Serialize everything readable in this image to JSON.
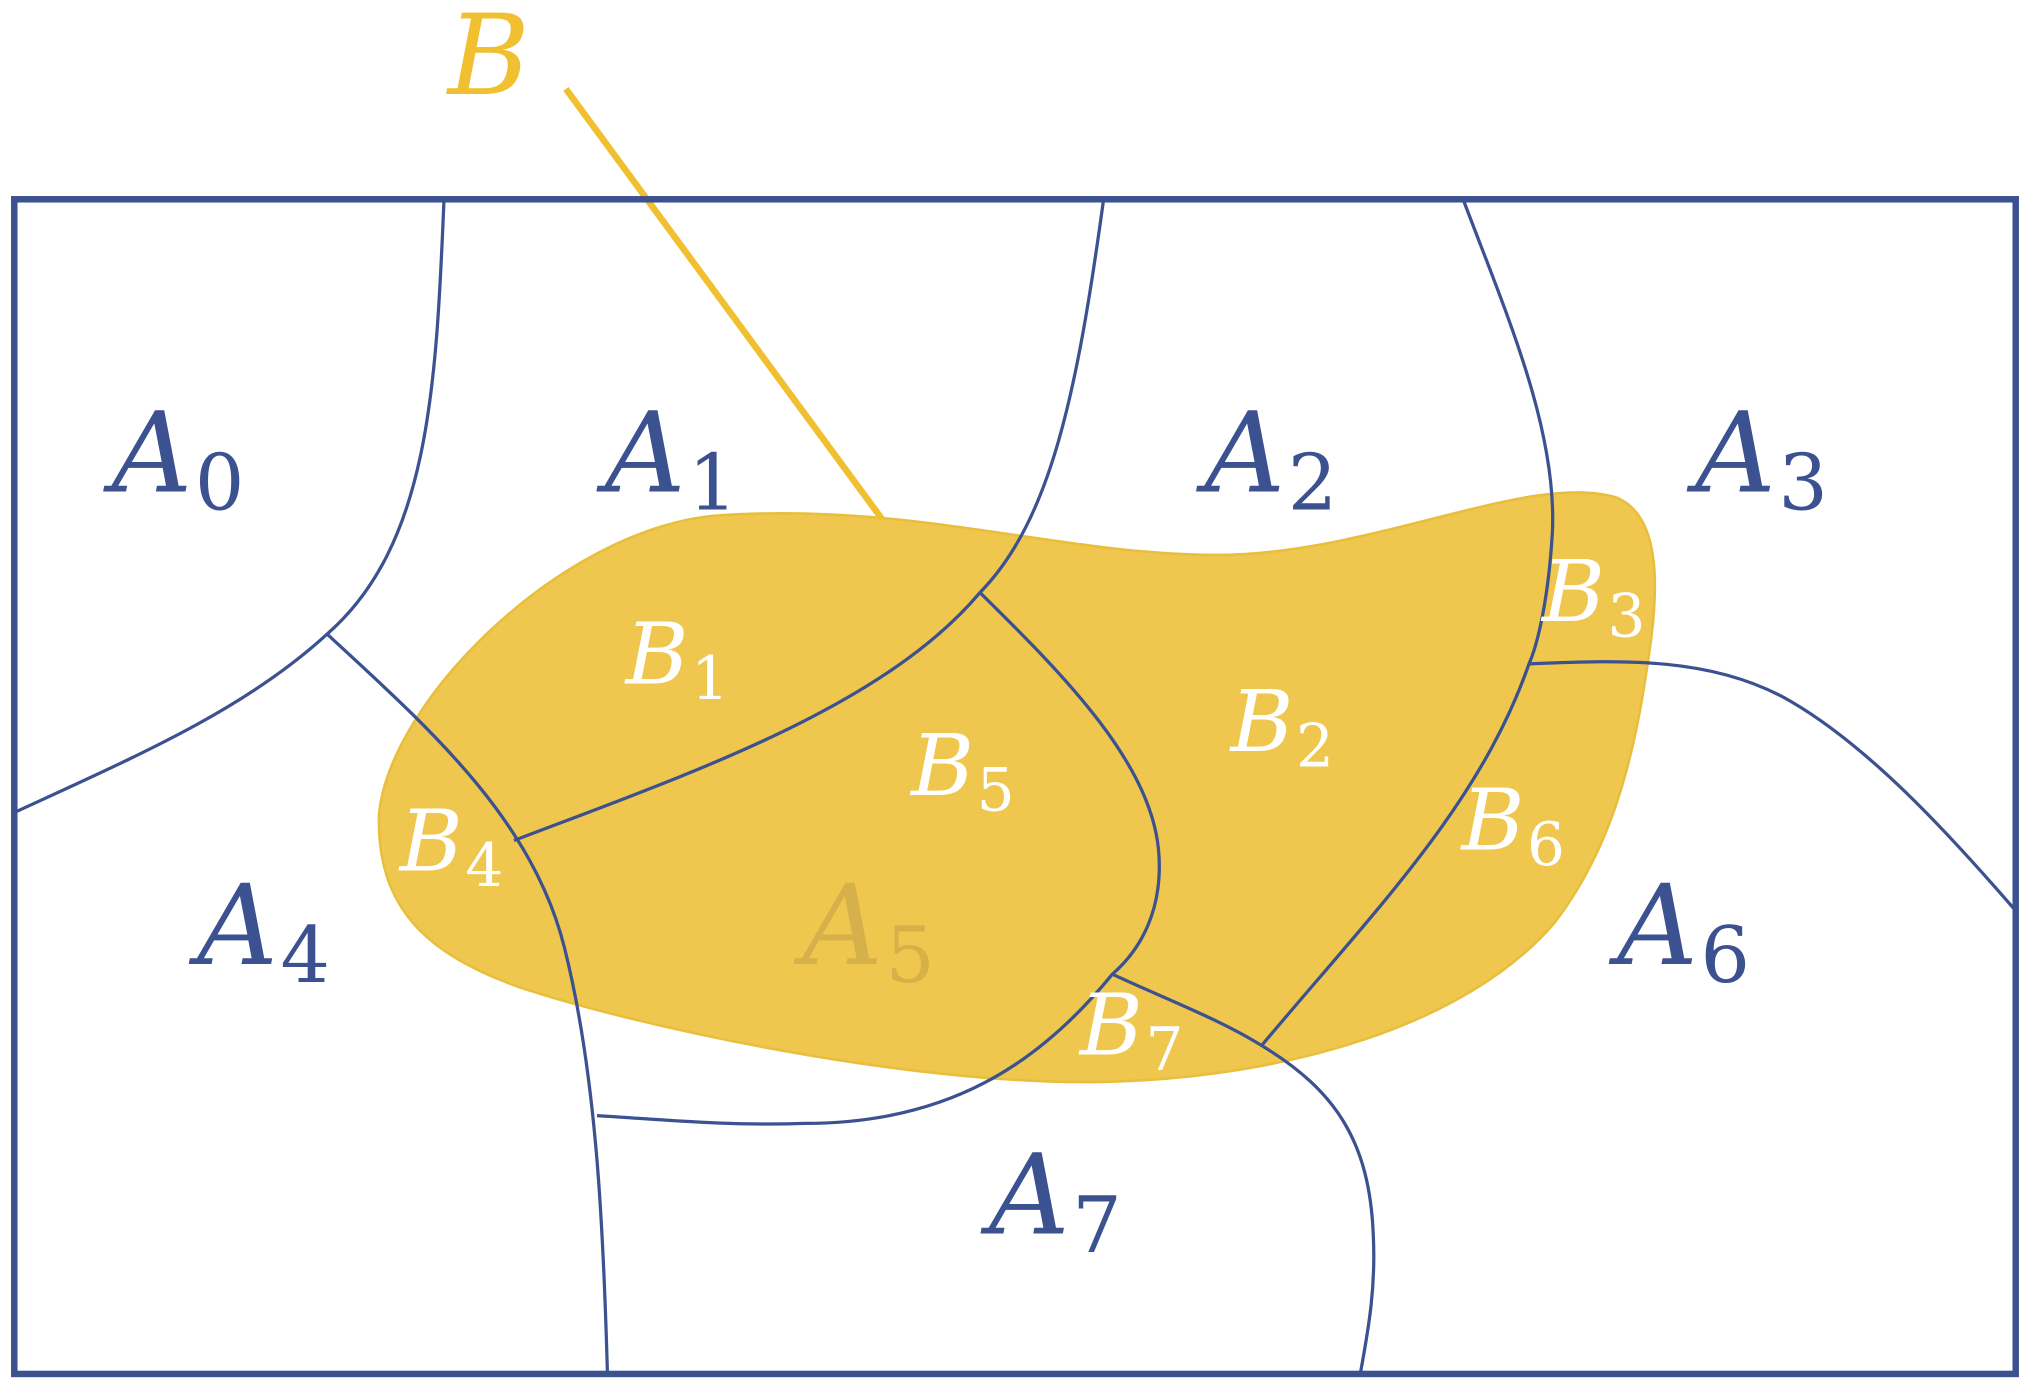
{
  "colors": {
    "frame": "#3b5190",
    "partition_line": "#3b5190",
    "set_b_fill": "#efc74e",
    "set_b_label": "#f0c030",
    "label_on_white": "#3b5190",
    "label_on_b": "#ffffff",
    "label_hidden": "#d6b04a"
  },
  "set_label": {
    "main": "B"
  },
  "labels": {
    "A0": {
      "main": "A",
      "sub": "0"
    },
    "A1": {
      "main": "A",
      "sub": "1"
    },
    "A2": {
      "main": "A",
      "sub": "2"
    },
    "A3": {
      "main": "A",
      "sub": "3"
    },
    "A4": {
      "main": "A",
      "sub": "4"
    },
    "A5": {
      "main": "A",
      "sub": "5"
    },
    "A6": {
      "main": "A",
      "sub": "6"
    },
    "A7": {
      "main": "A",
      "sub": "7"
    },
    "B1": {
      "main": "B",
      "sub": "1"
    },
    "B2": {
      "main": "B",
      "sub": "2"
    },
    "B3": {
      "main": "B",
      "sub": "3"
    },
    "B4": {
      "main": "B",
      "sub": "4"
    },
    "B5": {
      "main": "B",
      "sub": "5"
    },
    "B6": {
      "main": "B",
      "sub": "6"
    },
    "B7": {
      "main": "B",
      "sub": "7"
    }
  }
}
